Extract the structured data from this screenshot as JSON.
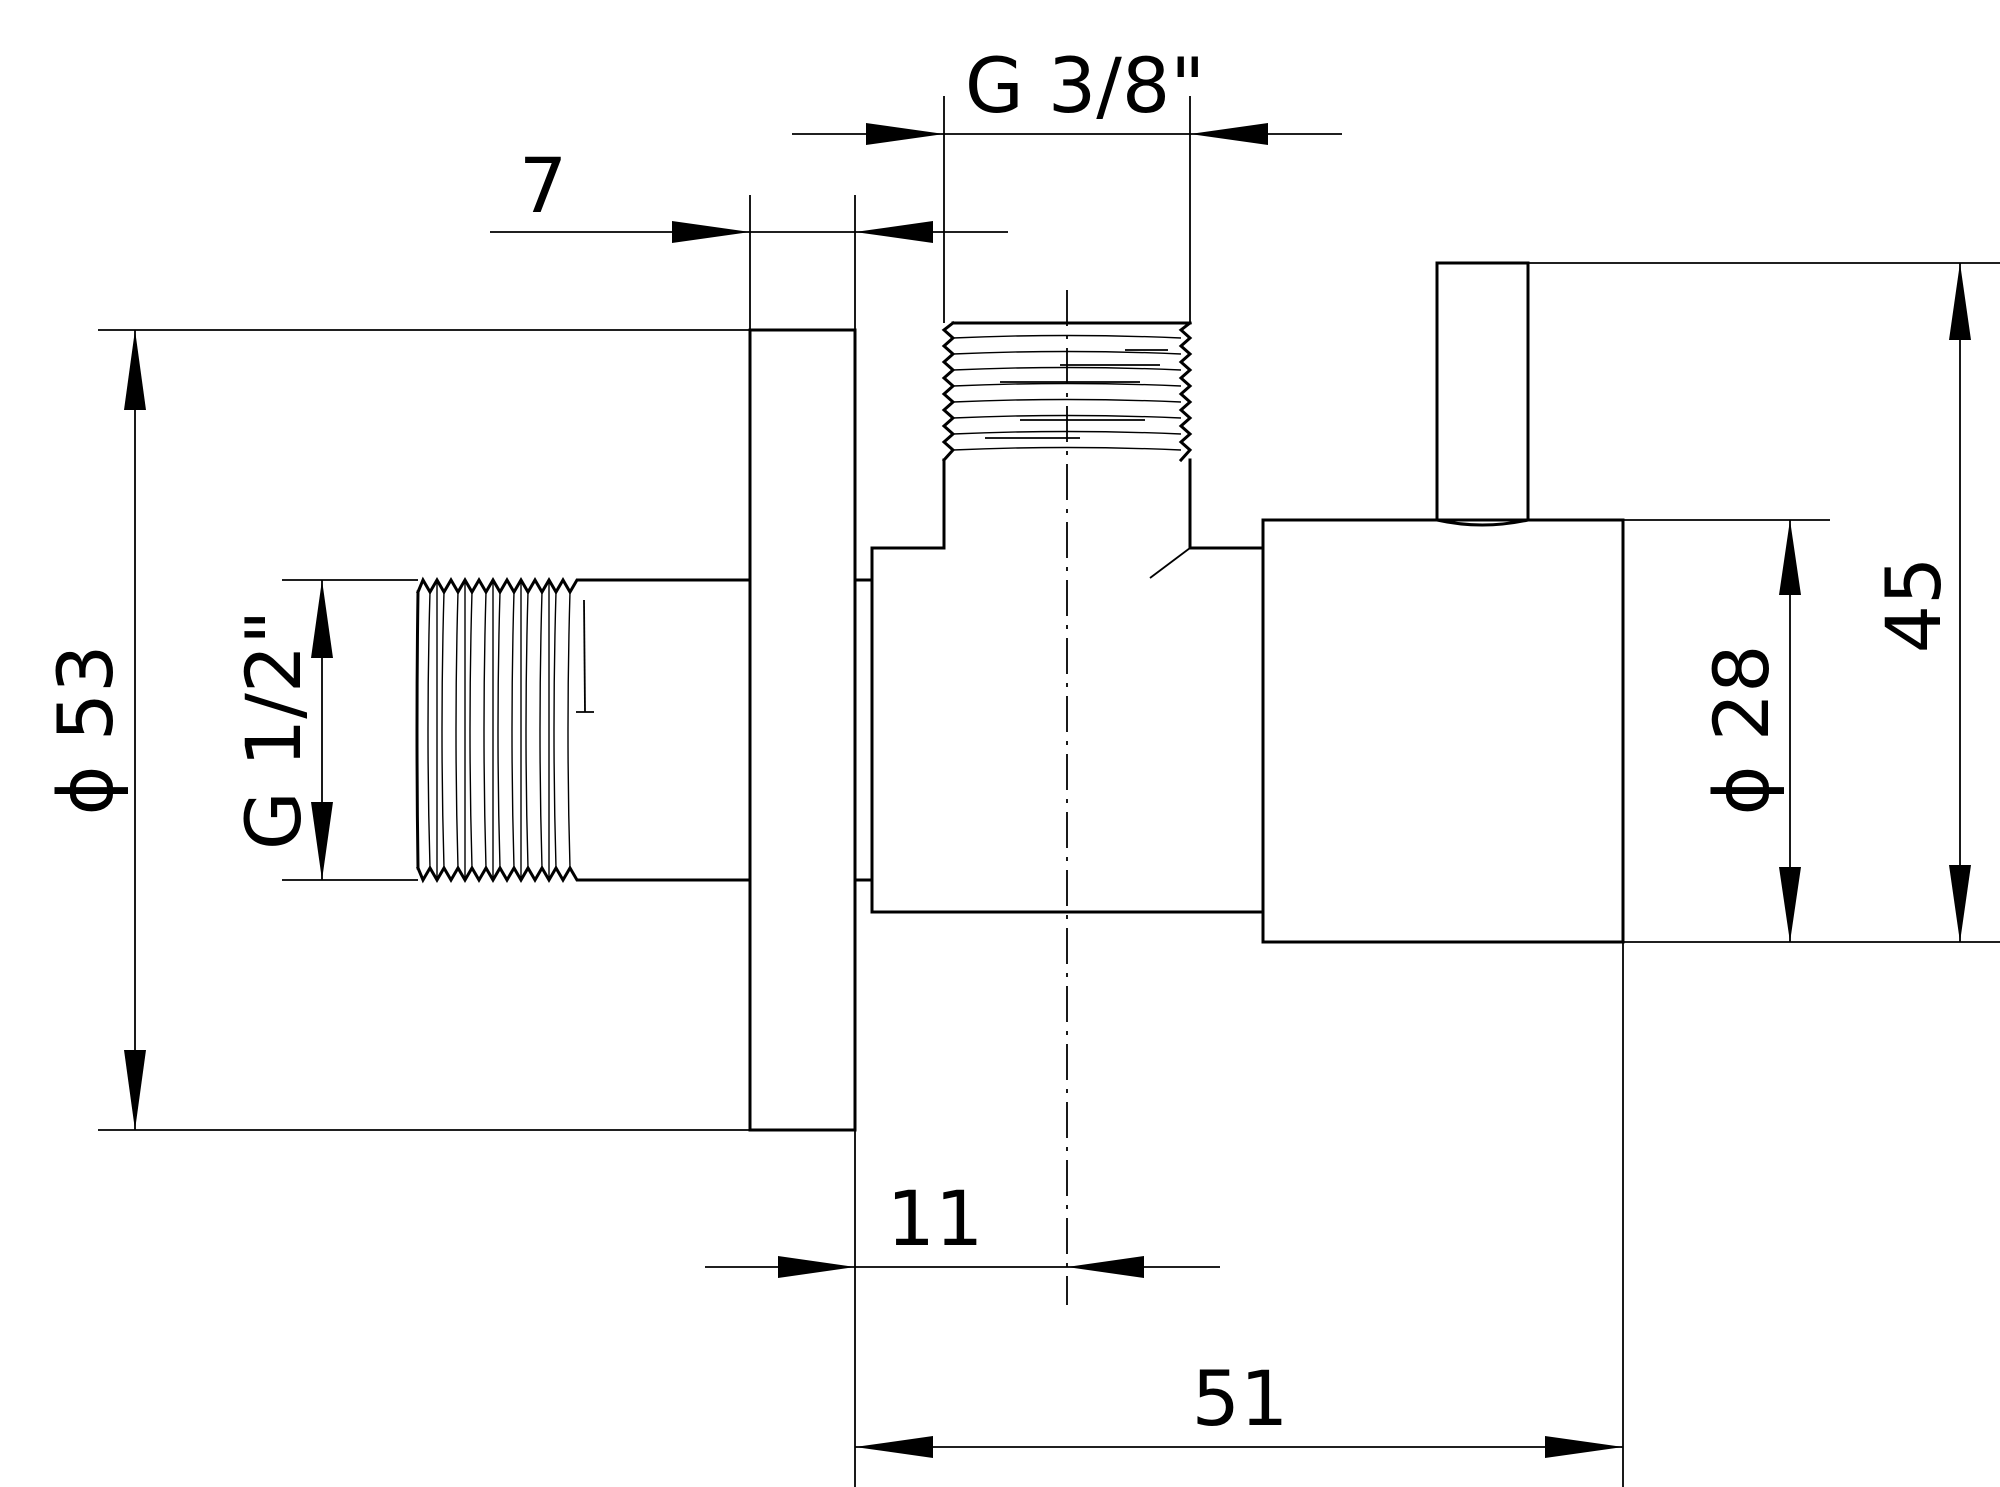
{
  "dimensions": {
    "flange_diameter": "ϕ 53",
    "inlet_thread": "G 1/2\"",
    "flange_thickness": "7",
    "outlet_thread": "G 3/8\"",
    "body_height": "45",
    "cap_diameter": "ϕ 28",
    "outlet_offset": "11",
    "overall_length": "51"
  }
}
